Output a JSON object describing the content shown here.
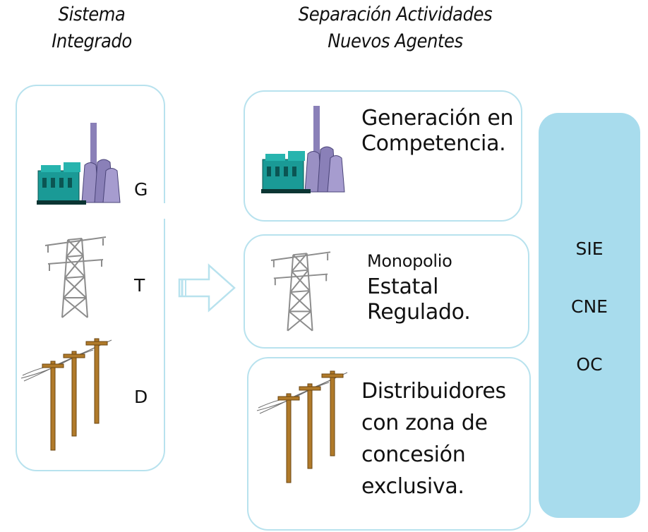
{
  "left_column": {
    "title_lines": [
      "Sistema",
      "Integrado"
    ],
    "letters": {
      "generation": "G",
      "transmission": "T",
      "distribution": "D"
    }
  },
  "right_column": {
    "title_lines": [
      "Separación Actividades",
      "Nuevos Agentes"
    ],
    "generation": {
      "lines": [
        "Generación en",
        "Competencia."
      ]
    },
    "transmission": {
      "line1": "Monopolio",
      "lines": [
        "Estatal",
        "Regulado."
      ]
    },
    "distribution": {
      "lines": [
        "Distribuidores",
        "con zona de",
        "concesión",
        "exclusiva."
      ]
    }
  },
  "agencies": [
    "SIE",
    "CNE",
    "OC"
  ],
  "colors": {
    "box_border": "#b8e2ee",
    "agency_panel": "#a8dced",
    "plant_teal": "#1a9a96",
    "plant_stacks": "#8a80b8",
    "pole_brown": "#b07a2a",
    "arrow": "#b8e2ee"
  },
  "icons": [
    "power-plant-icon",
    "transmission-tower-icon",
    "utility-pole-icon",
    "right-arrow-icon"
  ]
}
